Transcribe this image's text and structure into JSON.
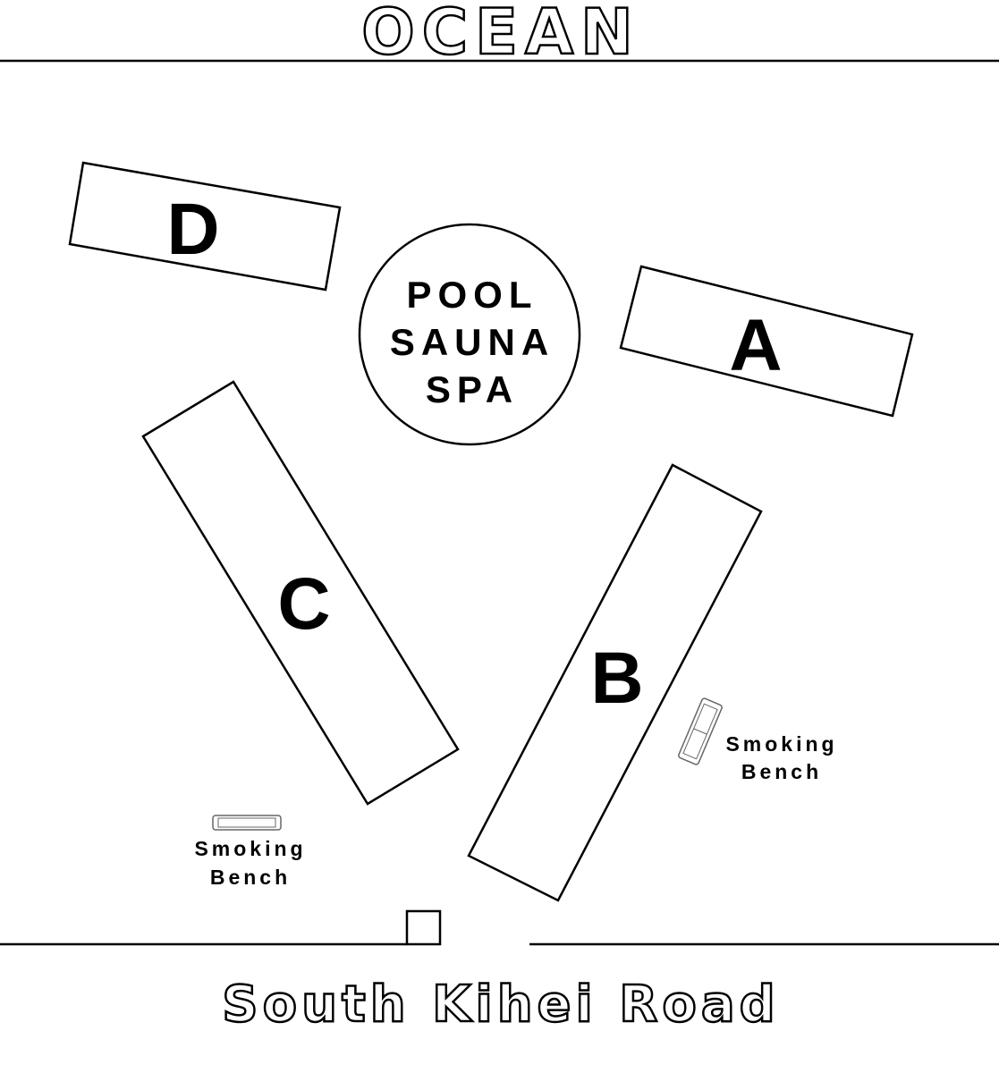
{
  "map": {
    "title_top": "OCEAN",
    "title_bottom": "South Kihei Road",
    "buildings": [
      {
        "id": "D",
        "label": "D"
      },
      {
        "id": "A",
        "label": "A"
      },
      {
        "id": "C",
        "label": "C"
      },
      {
        "id": "B",
        "label": "B"
      }
    ],
    "amenity": {
      "line1": "POOL",
      "line2": "SAUNA",
      "line3": "SPA"
    },
    "benches": [
      {
        "line1": "Smoking",
        "line2": "Bench"
      },
      {
        "line1": "Smoking",
        "line2": "Bench"
      }
    ]
  }
}
